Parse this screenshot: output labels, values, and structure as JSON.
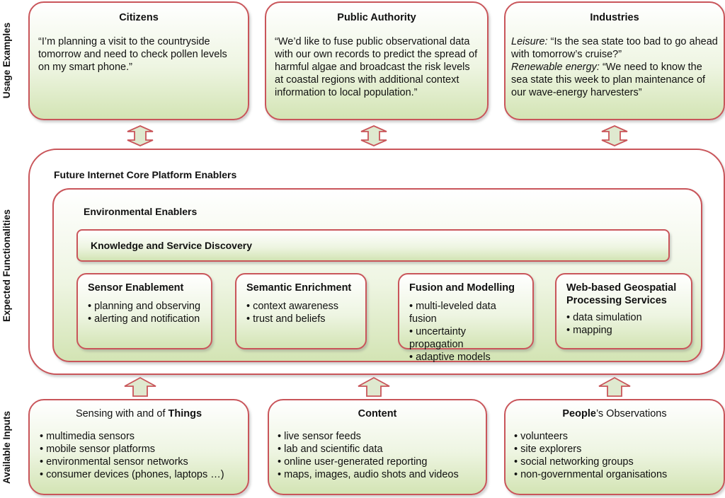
{
  "side_labels": {
    "usage": "Usage Examples",
    "expected": "Expected Functionalities",
    "inputs": "Available Inputs"
  },
  "usage": {
    "citizens": {
      "title": "Citizens",
      "quote": "“I’m planning a visit to the countryside tomorrow and need to check pollen levels on my smart phone.”"
    },
    "public_authority": {
      "title": "Public Authority",
      "quote": "“We’d like to fuse public observational data with our own records to predict the spread of harmful algae and broadcast the risk levels at coastal regions with additional context information to local population.”"
    },
    "industries": {
      "title": "Industries",
      "leisure_label": "Leisure:",
      "leisure_text": " “Is the sea state too bad to go ahead with tomorrow’s cruise?”",
      "renewable_label": "Renewable energy:",
      "renewable_text": " “We need to know the sea state this week to plan maintenance of our wave-energy harvesters”"
    }
  },
  "platform": {
    "title": "Future Internet Core Platform Enablers",
    "env_title": "Environmental Enablers",
    "knowledge": "Knowledge and Service Discovery",
    "enablers": [
      {
        "title": "Sensor Enablement",
        "items": [
          "planning and observing",
          "alerting and notification"
        ]
      },
      {
        "title": "Semantic Enrichment",
        "items": [
          "context awareness",
          "trust and beliefs"
        ]
      },
      {
        "title": "Fusion and Modelling",
        "items": [
          "multi-leveled data fusion",
          "uncertainty propagation",
          "adaptive models"
        ]
      },
      {
        "title": "Web-based Geospatial Processing Services",
        "items": [
          "data simulation",
          "mapping"
        ]
      }
    ]
  },
  "inputs": {
    "things": {
      "title_prefix": "Sensing with and of ",
      "title_bold": "Things",
      "items": [
        "multimedia sensors",
        "mobile sensor platforms",
        "environmental sensor networks",
        "consumer devices (phones, laptops …)"
      ]
    },
    "content": {
      "title": "Content",
      "items": [
        "live sensor feeds",
        "lab and scientific data",
        "online user-generated reporting",
        "maps, images, audio shots and videos"
      ]
    },
    "people": {
      "title_bold": "People",
      "title_suffix": "’s Observations",
      "items": [
        "volunteers",
        "site explorers",
        "social networking groups",
        "non-governmental organisations"
      ]
    }
  },
  "colors": {
    "border": "#c9555a",
    "fill_light": "#eef5e2",
    "fill_dark": "#d3e4b4"
  }
}
